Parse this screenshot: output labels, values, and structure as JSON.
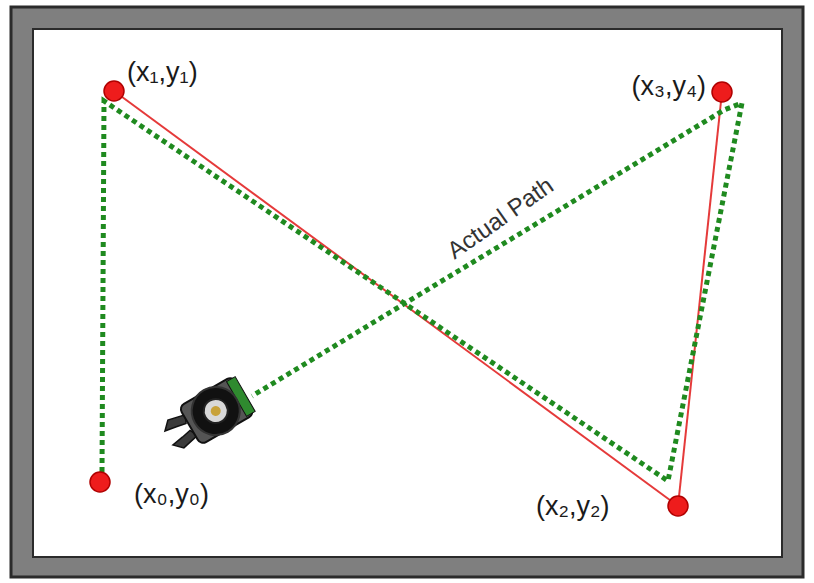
{
  "diagram": {
    "labels": [
      "(x₁,y₁)",
      "(x₃,y₄)",
      "Actual Path",
      "(x₀,y₀)",
      "(x₂,y₂)"
    ]
  }
}
